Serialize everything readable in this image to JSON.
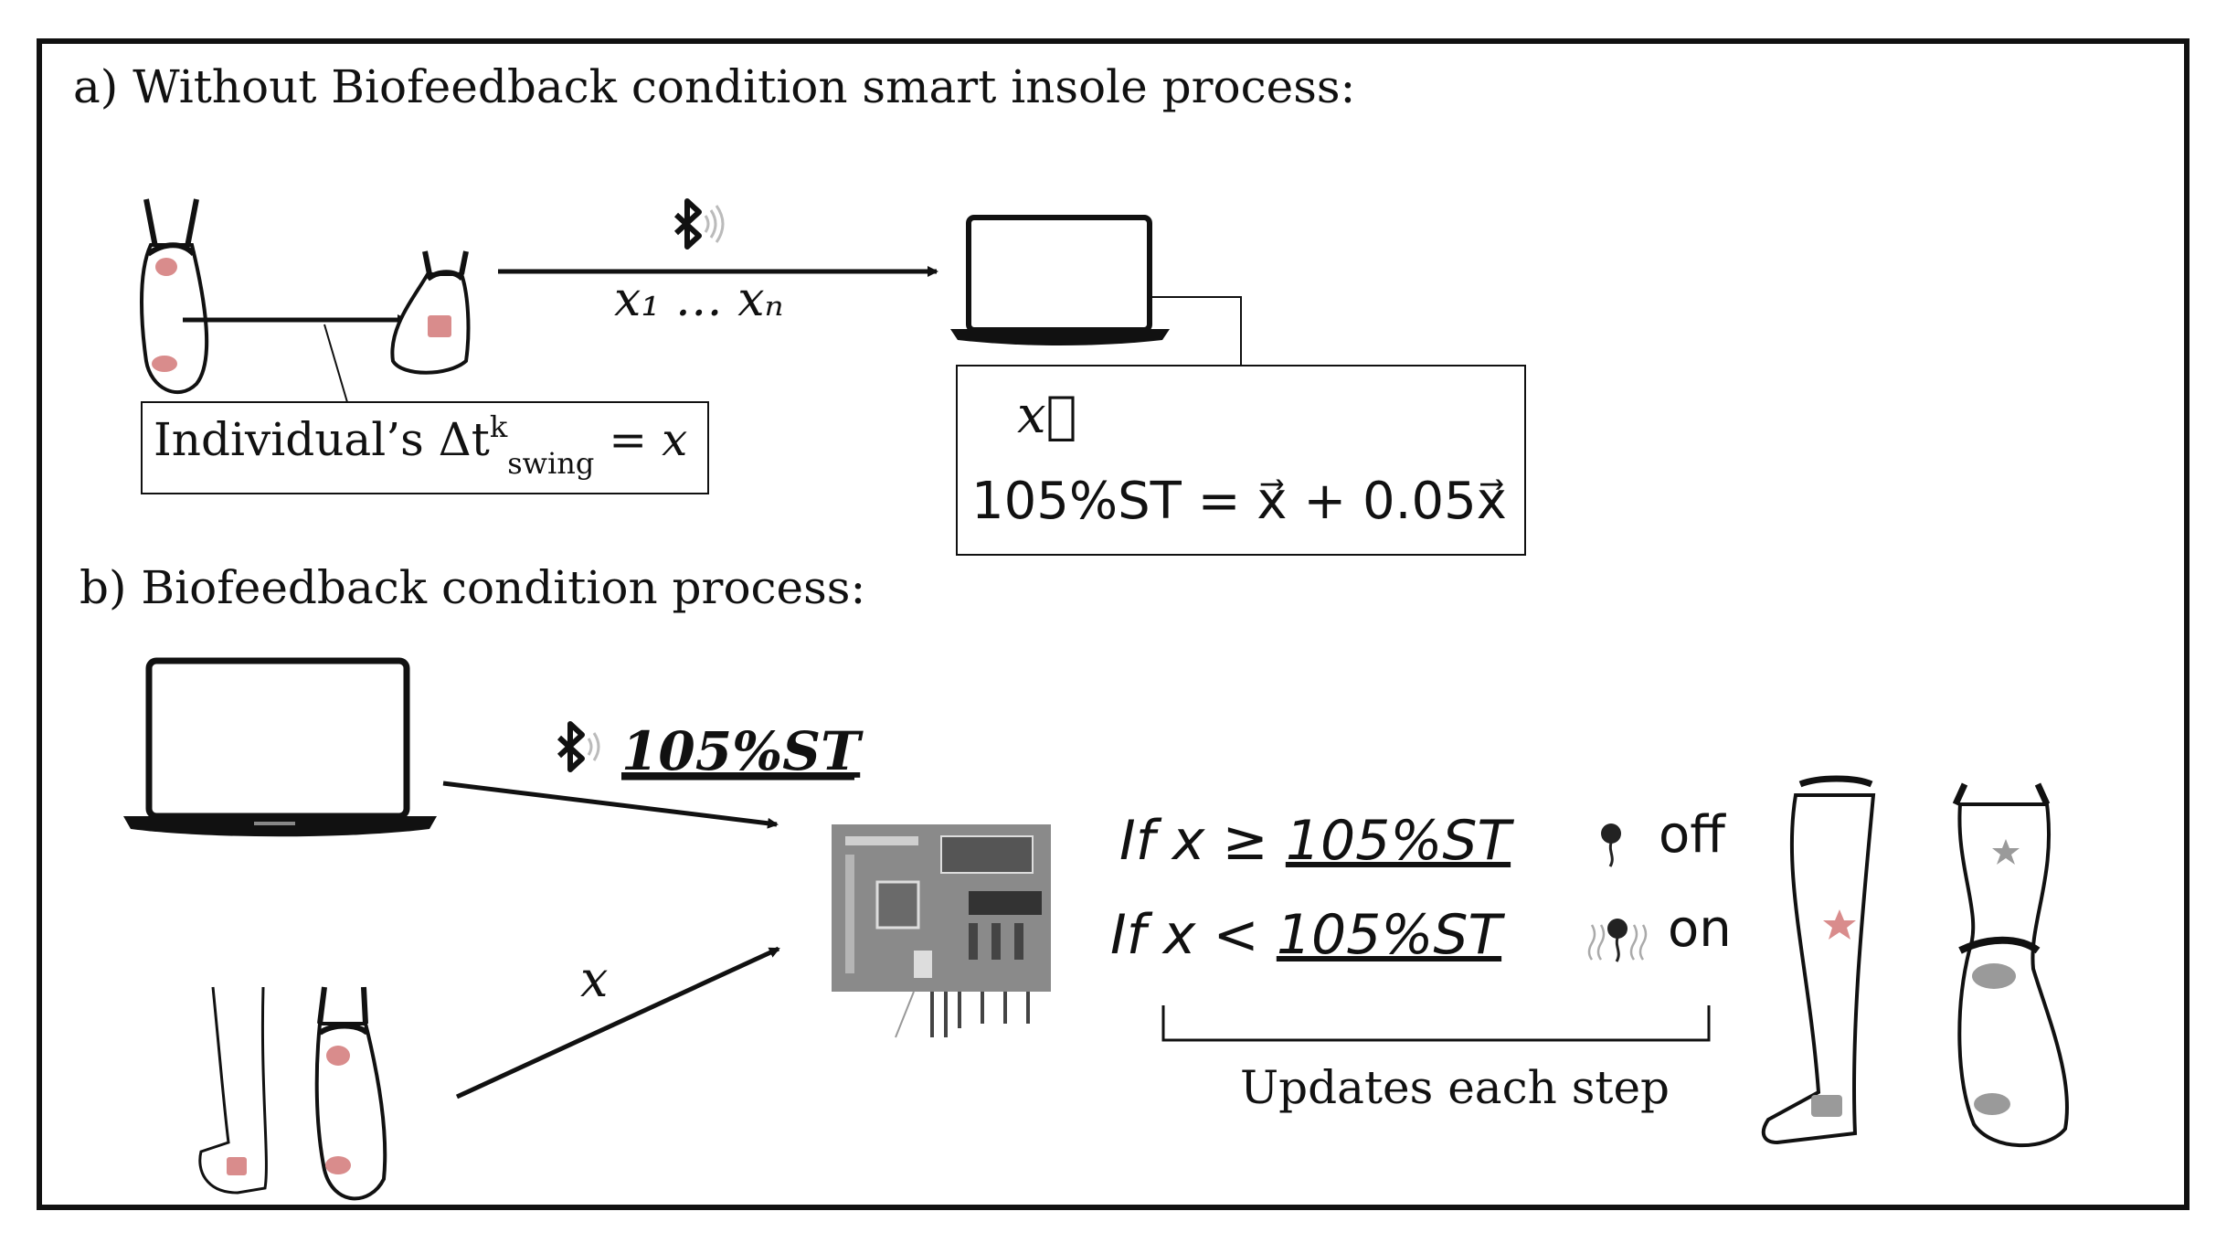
{
  "section_a": {
    "title": "a) Without Biofeedback condition smart insole process:",
    "signal_label": "x₁ … xₙ",
    "swing_box": {
      "prefix": "Individual’s Δt",
      "superscript": "k",
      "subscript": "swing",
      "suffix": " = x"
    },
    "threshold_box": {
      "vector": "x⃗",
      "formula": "105%ST = x⃗ + 0.05x⃗"
    }
  },
  "section_b": {
    "title": "b) Biofeedback condition process:",
    "transmit_label": "105%ST",
    "input_label": "x",
    "rule_off": {
      "condition": "If  x  ≥ ",
      "threshold": "105%ST",
      "state": "off"
    },
    "rule_on": {
      "condition": "If  x  < ",
      "threshold": "105%ST",
      "state": "on"
    },
    "bracket_caption": "Updates each step"
  },
  "colors": {
    "sensor": "#d98c8c",
    "sensor_gray": "#9a9a9a",
    "ink": "#111111",
    "board": "#8a8a8a"
  },
  "icons": [
    "bluetooth-icon",
    "laptop-icon",
    "foot-icon",
    "circuit-board-icon",
    "vibration-motor-icon"
  ]
}
